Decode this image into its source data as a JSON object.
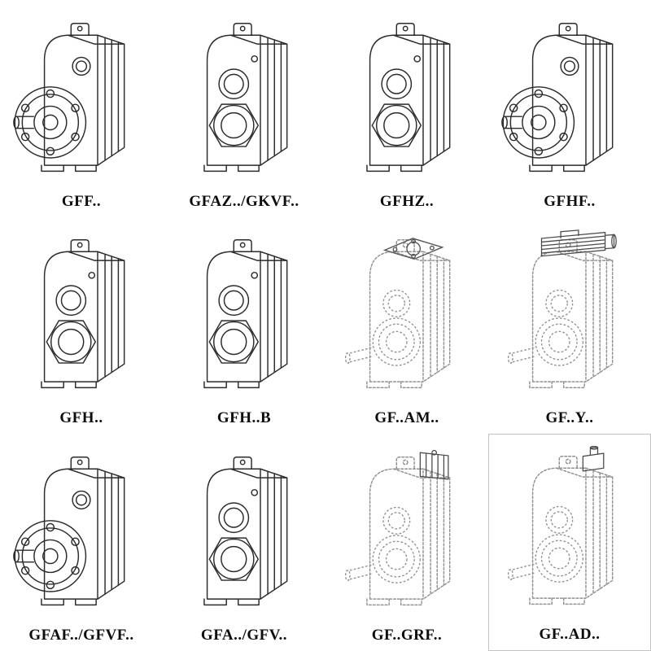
{
  "page": {
    "background_color": "#ffffff",
    "solid_line_color": "#2b2b2b",
    "dashed_line_color": "#919191",
    "label_color": "#0d0d0d"
  },
  "catalog": {
    "items": [
      {
        "label": "GFF..",
        "drawing": "gearbox-flange-output-icon"
      },
      {
        "label": "GFAZ../GKVF..",
        "drawing": "gearbox-hollow-shaft-icon"
      },
      {
        "label": "GFHZ..",
        "drawing": "gearbox-hollow-shaft-icon"
      },
      {
        "label": "GFHF..",
        "drawing": "gearbox-flange-output-icon"
      },
      {
        "label": "GFH..",
        "drawing": "gearbox-hollow-shaft-icon"
      },
      {
        "label": "GFH..B",
        "drawing": "gearbox-hollow-shaft-icon"
      },
      {
        "label": "GF..AM..",
        "drawing": "gearbox-phantom-iec-adapter-icon"
      },
      {
        "label": "GF..Y..",
        "drawing": "gearbox-phantom-motor-icon"
      },
      {
        "label": "GFAF../GFVF..",
        "drawing": "gearbox-flange-output-icon"
      },
      {
        "label": "GFA../GFV..",
        "drawing": "gearbox-hollow-shaft-icon"
      },
      {
        "label": "GF..GRF..",
        "drawing": "gearbox-phantom-adapter-block-icon"
      },
      {
        "label": "GF..AD..",
        "drawing": "gearbox-phantom-input-shaft-icon"
      }
    ]
  }
}
